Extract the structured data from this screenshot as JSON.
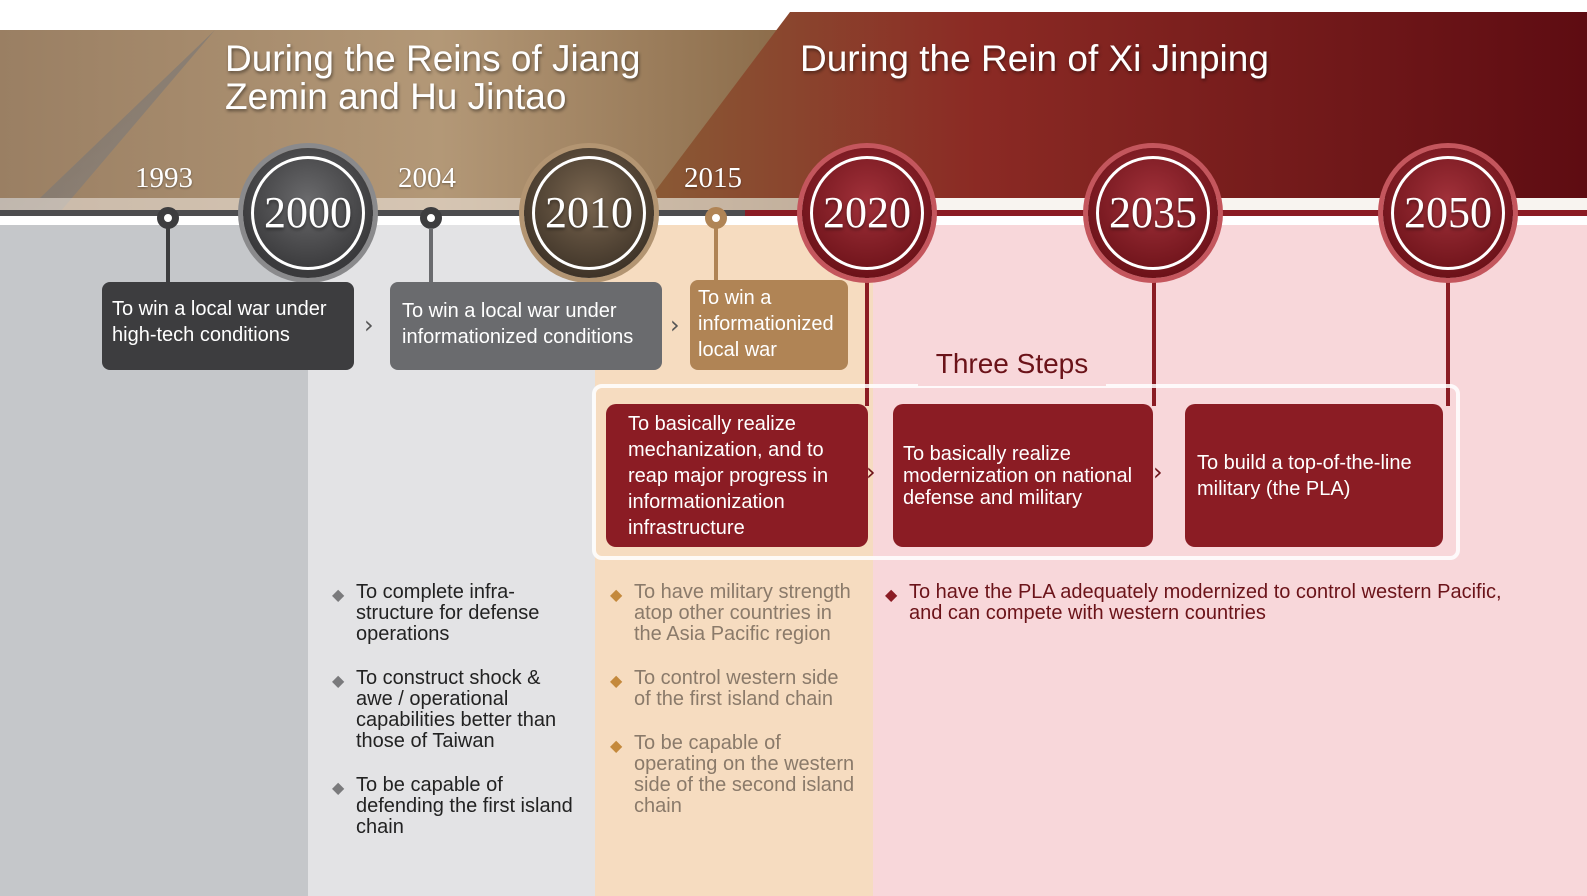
{
  "eras": {
    "early": "During the Reins of Jiang Zemin and Hu Jintao",
    "xi": "During the Rein of Xi Jinping"
  },
  "timeline": {
    "small_nodes": [
      {
        "year": "1993",
        "goal": "To win a local war under high-tech conditions"
      },
      {
        "year": "2004",
        "goal": "To win a local war under informationized conditions"
      },
      {
        "year": "2015",
        "goal": "To win a informationized local war"
      }
    ],
    "milestones": [
      {
        "year": "2000"
      },
      {
        "year": "2010"
      },
      {
        "year": "2020",
        "goal": "To basically realize mechanization, and to reap major progress in informationization infrastructure"
      },
      {
        "year": "2035",
        "goal": "To basically realize modernization on national defense and military"
      },
      {
        "year": "2050",
        "goal": "To build a top-of-the-line military (the PLA)"
      }
    ],
    "arrow_glyph": "›"
  },
  "three_steps_title": "Three Steps",
  "bullets": {
    "symbol": "◆",
    "grey": [
      "To complete infra-structure for defense operations",
      "To construct shock & awe / operational capabilities better than those of Taiwan",
      "To be capable of defending the first island chain"
    ],
    "tan": [
      "To have military strength atop other countries in the Asia Pacific region",
      "To control western side of the first island chain",
      "To be capable of operating on the western side of the second island chain"
    ],
    "pink": [
      "To have the PLA adequately modernized to control western Pacific, and can compete with western countries"
    ]
  },
  "colors": {
    "grey_dark": "#3d3d3f",
    "brown": "#b08455",
    "red": "#8b1c24",
    "pink_bg": "#f8d7da",
    "tan_bg": "#f6dcc0"
  }
}
